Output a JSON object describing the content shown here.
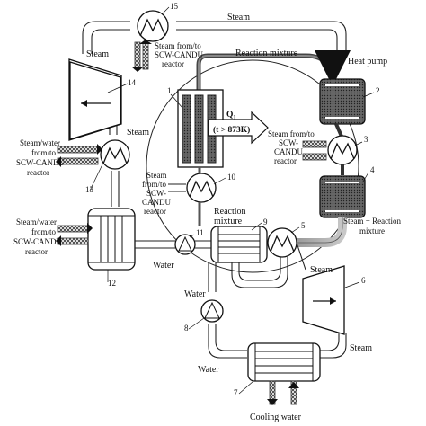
{
  "labels": {
    "steam_top": "Steam",
    "steam_left_top": "Steam",
    "steam_mid_left": "Steam",
    "steam_right_mid": "Steam",
    "steam_right_low": "Steam",
    "steam_fromto_15": [
      "Steam from/to",
      "SCW-CANDU",
      "reactor"
    ],
    "reaction_mixture_top": "Reaction   mixture",
    "heat_pump": "Heat pump",
    "q_label": "Q",
    "q_sub": "1",
    "temp_label": "(t > 873K)",
    "steam_fromto_3": [
      "Steam from/to",
      "SCW-",
      "CANDU",
      "reactor"
    ],
    "steam_water_13": [
      "Steam/water",
      "from/to",
      "SCW-CANDU",
      "reactor"
    ],
    "steam_fromto_10": [
      "Steam",
      "from/to",
      "SCW-",
      "CANDU",
      "reactor"
    ],
    "reaction_mixture_mid": [
      "Reaction",
      "mixture"
    ],
    "steam_reaction_mixture": [
      "Steam + Reaction",
      "mixture"
    ],
    "steam_water_12": [
      "Steam/water",
      "from/to",
      "SCW-CANDU",
      "reactor"
    ],
    "water_11": "Water",
    "water_8": "Water",
    "water_7": "Water",
    "cooling_water": "Cooling water"
  },
  "numbers": {
    "n1": "1",
    "n2": "2",
    "n3": "3",
    "n4": "4",
    "n5": "5",
    "n6": "6",
    "n7": "7",
    "n8": "8",
    "n9": "9",
    "n10": "10",
    "n11": "11",
    "n12": "12",
    "n13": "13",
    "n14": "14",
    "n15": "15"
  }
}
